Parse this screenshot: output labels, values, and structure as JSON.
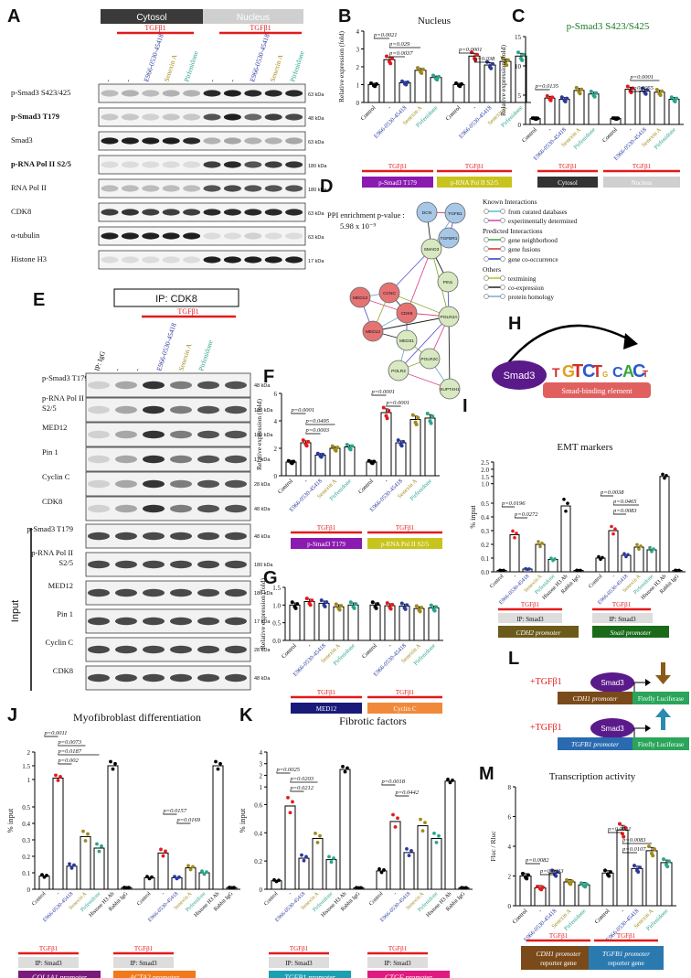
{
  "panels": {
    "A": {
      "letter": "A",
      "header_cytosol": "Cytosol",
      "header_nucleus": "Nucleus",
      "tgf": "TGFβ1",
      "lanes": [
        "-",
        "-",
        "E966-0530-45418",
        "Senexin A",
        "Pirfenidone",
        "-",
        "-",
        "E966-0530-45418",
        "Senexin A",
        "Pirfenidone"
      ],
      "blots": [
        {
          "label": "p-Smad3 S423/425",
          "kda": "63 kDa",
          "bold": false
        },
        {
          "label": "p-Smad3 T179",
          "kda": "48 kDa",
          "bold": true
        },
        {
          "label": "Smad3",
          "kda": "63 kDa",
          "bold": false
        },
        {
          "label": "p-RNA Pol II S2/5",
          "kda": "180 kDa",
          "bold": true
        },
        {
          "label": "RNA Pol II",
          "kda": "180 kDa",
          "bold": false
        },
        {
          "label": "CDK8",
          "kda": "63 kDa",
          "bold": false
        },
        {
          "label": "α-tubulin",
          "kda": "63 kDa",
          "bold": false
        },
        {
          "label": "Histone H3",
          "kda": "17 kDa",
          "bold": false
        }
      ]
    },
    "B": {
      "letter": "B",
      "title": "Nucleus",
      "ylabel": "Relative expression (fold)",
      "groups": [
        "p-Smad3 T179",
        "p-RNA Pol II S2/5"
      ],
      "pvals": [
        "p=0.0021",
        "p=0.029",
        "p=0.0037",
        "p=0.0001",
        "p=0.038"
      ]
    },
    "C": {
      "letter": "C",
      "title": "p-Smad3 S423/S425",
      "ylabel": "Relative expression (fold)",
      "groups": [
        "Cytosol",
        "Nucleus"
      ],
      "pvals": [
        "p=0.0135",
        "p=0.0001",
        "p=0.0055"
      ]
    },
    "D": {
      "letter": "D",
      "enrich1": "PPI enrichment p-value :",
      "enrich2": "5.98 x 10⁻⁹",
      "nodes": [
        "DCN",
        "TGFB1",
        "TGFBR1",
        "SMAD3",
        "MED13",
        "CCNC",
        "CDK8",
        "MED12",
        "PIN1",
        "POLR2A",
        "MED31",
        "POLR2C",
        "POLR2",
        "SUPT4H1"
      ],
      "legend": {
        "known": "Known Interactions",
        "curated": "from curated databases",
        "experimental": "experimentally determined",
        "predicted": "Predicted Interactions",
        "neighborhood": "gene neighborhood",
        "fusions": "gene fusions",
        "cooccurrence": "gene co-occurrence",
        "others": "Others",
        "textmining": "textmining",
        "coexpression": "co-expression",
        "homology": "protein homology"
      }
    },
    "E": {
      "letter": "E",
      "ip": "IP: CDK8",
      "tgf": "TGFβ1",
      "lanes": [
        "IP: IgG",
        "-",
        "-",
        "E966-0530-45418",
        "Senexin A",
        "Pirfenidone"
      ],
      "blots": [
        {
          "label": "p-Smad3 T179",
          "kda": "48 kDa"
        },
        {
          "label": "p-RNA Pol II S2/5",
          "kda": "180 kDa"
        },
        {
          "label": "MED12",
          "kda": "180 kDa"
        },
        {
          "label": "Pin 1",
          "kda": "17 kDa"
        },
        {
          "label": "Cyclin C",
          "kda": "28 kDa"
        },
        {
          "label": "CDK8",
          "kda": "48 kDa"
        }
      ],
      "input_label": "Input",
      "input_blots": [
        {
          "label": "p-Smad3 T179",
          "kda": "48 kDa"
        },
        {
          "label": "p-RNA Pol II S2/5",
          "kda": "180 kDa"
        },
        {
          "label": "MED12",
          "kda": "180 kDa"
        },
        {
          "label": "Pin 1",
          "kda": "17 kDa"
        },
        {
          "label": "Cyclin C",
          "kda": "28 kDa"
        },
        {
          "label": "CDK8",
          "kda": "48 kDa"
        }
      ]
    },
    "F": {
      "letter": "F",
      "ylabel": "Relative expression (fold)",
      "groups": [
        "p-Smad3 T179",
        "p-RNA Pol II S2/5"
      ],
      "pvals": [
        "p=0.0001",
        "p=0.0495",
        "p=0.0003",
        "p=0.0001",
        "p=0.0001"
      ]
    },
    "G": {
      "letter": "G",
      "ylabel": "Relative expression (fold)",
      "groups": [
        "MED12",
        "Cyclin C"
      ]
    },
    "H": {
      "letter": "H",
      "smad": "Smad3",
      "sbe": "Smad-binding element"
    },
    "I": {
      "letter": "I",
      "title": "EMT markers",
      "ylabel": "% input",
      "ip": "IP: Smad3",
      "promoters": [
        "CDH2 promoter",
        "Snail promoter"
      ],
      "pvals": [
        "p=0.0196",
        "p=0.0272",
        "p=0.0038",
        "p=0.0465",
        "p=0.0083"
      ]
    },
    "J": {
      "letter": "J",
      "title": "Myofibroblast differentiation",
      "ylabel": "% input",
      "ip": "IP: Smad3",
      "promoters": [
        "COL1A1 promoter",
        "ACTA2 promoter"
      ],
      "pvals": [
        "p=0.0011",
        "p=0.0073",
        "p=0.0187",
        "p=0.002",
        "p=0.0157",
        "p=0.0169"
      ]
    },
    "K": {
      "letter": "K",
      "title": "Fibrotic factors",
      "ylabel": "% input",
      "ip": "IP: Smad3",
      "promoters": [
        "TGFB1 promoter",
        "CTGF promoter"
      ],
      "pvals": [
        "p=0.0025",
        "p=0.0203",
        "p=0.0212",
        "p=0.0018",
        "p=0.0442"
      ]
    },
    "L": {
      "letter": "L",
      "tgf": "+TGFβ1",
      "smad": "Smad3",
      "p1": "CDH1 promoter",
      "p2": "TGFB1 promoter",
      "luc": "Firefly Luciferase"
    },
    "M": {
      "letter": "M",
      "title": "Transcription activity",
      "ylabel": "Fluc / Rluc",
      "groups": [
        "CDH1 promoter reporter gene",
        "TGFB1 promoter reporter gene"
      ],
      "pvals": [
        "p=0.0082",
        "p=0.0033",
        "p=0.0021",
        "p=0.0083",
        "p=0.0107"
      ]
    }
  },
  "x_labels_5": [
    "Control",
    "-",
    "E966-0530-45418",
    "Senexin A",
    "Pirfenidone"
  ],
  "x_labels_chip": [
    "Control",
    "-",
    "E966-0530-45418",
    "Senexin A",
    "Pirfenidone",
    "Histone H3 Ab",
    "Rabbit IgG"
  ],
  "tgf": "TGFβ1",
  "colors": {
    "red": "#e31a1c",
    "blue": "#2b3a9e",
    "olive": "#a08a1a",
    "green": "#2aa58a",
    "black": "#000000"
  },
  "chart_data": [
    {
      "type": "bar",
      "title": "Nucleus",
      "ylabel": "Relative expression (fold)",
      "ylim": [
        0,
        4
      ],
      "categories": [
        "Control",
        "-",
        "E966-0530-45418",
        "Senexin A",
        "Pirfenidone"
      ],
      "series": [
        {
          "name": "p-Smad3 T179",
          "values": [
            1.0,
            2.4,
            1.1,
            1.8,
            1.4
          ]
        },
        {
          "name": "p-RNA Pol II S2/5",
          "values": [
            1.0,
            2.6,
            2.1,
            2.3,
            2.6
          ]
        }
      ]
    },
    {
      "type": "bar",
      "title": "p-Smad3 S423/S425",
      "ylabel": "Relative expression (fold)",
      "ylim": [
        0,
        15
      ],
      "categories": [
        "Control",
        "-",
        "E966-0530-45418",
        "Senexin A",
        "Pirfenidone"
      ],
      "series": [
        {
          "name": "Cytosol",
          "values": [
            1.0,
            4.5,
            4.3,
            5.8,
            5.2
          ]
        },
        {
          "name": "Nucleus",
          "values": [
            1.0,
            6.0,
            5.7,
            5.5,
            4.3
          ]
        }
      ]
    },
    {
      "type": "bar",
      "ylabel": "Relative expression (fold)",
      "ylim": [
        0,
        6
      ],
      "categories": [
        "Control",
        "-",
        "E966-0530-45418",
        "Senexin A",
        "Pirfenidone"
      ],
      "series": [
        {
          "name": "p-Smad3 T179",
          "values": [
            1.0,
            2.4,
            1.5,
            2.0,
            2.1
          ]
        },
        {
          "name": "p-RNA Pol II S2/5",
          "values": [
            1.0,
            4.6,
            2.4,
            4.1,
            4.2
          ]
        }
      ]
    },
    {
      "type": "bar",
      "ylabel": "Relative expression (fold)",
      "ylim": [
        0,
        1.5
      ],
      "categories": [
        "Control",
        "-",
        "E966-0530-45418",
        "Senexin A",
        "Pirfenidone"
      ],
      "series": [
        {
          "name": "MED12",
          "values": [
            1.0,
            1.1,
            1.05,
            0.95,
            1.0
          ]
        },
        {
          "name": "Cyclin C",
          "values": [
            1.0,
            0.98,
            0.97,
            0.9,
            0.92
          ]
        }
      ]
    },
    {
      "type": "bar",
      "title": "EMT markers",
      "ylabel": "% input",
      "ylim": [
        0,
        2.5
      ],
      "categories": [
        "Control",
        "-",
        "E966-0530-45418",
        "Senexin A",
        "Pirfenidone",
        "Histone H3 Ab",
        "Rabbit IgG"
      ],
      "series": [
        {
          "name": "CDH2 promoter",
          "values": [
            0.01,
            0.27,
            0.02,
            0.2,
            0.09,
            0.48,
            0.01
          ]
        },
        {
          "name": "Snail promoter",
          "values": [
            0.1,
            0.3,
            0.12,
            0.18,
            0.16,
            1.5,
            0.01
          ]
        }
      ]
    },
    {
      "type": "bar",
      "title": "Myofibroblast differentiation",
      "ylabel": "% input",
      "ylim": [
        0,
        2.0
      ],
      "categories": [
        "Control",
        "-",
        "E966-0530-45418",
        "Senexin A",
        "Pirfenidone",
        "Histone H3 Ab",
        "Rabbit IgG"
      ],
      "series": [
        {
          "name": "COL1A1 promoter",
          "values": [
            0.08,
            1.05,
            0.14,
            0.32,
            0.25,
            1.5,
            0.01
          ]
        },
        {
          "name": "ACTA2 promoter",
          "values": [
            0.07,
            0.22,
            0.07,
            0.13,
            0.1,
            1.5,
            0.01
          ]
        }
      ]
    },
    {
      "type": "bar",
      "title": "Fibrotic factors",
      "ylabel": "% input",
      "ylim": [
        0,
        4
      ],
      "categories": [
        "Control",
        "-",
        "E966-0530-45418",
        "Senexin A",
        "Pirfenidone",
        "Histone H3 Ab",
        "Rabbit IgG"
      ],
      "series": [
        {
          "name": "TGFB1 promoter",
          "values": [
            0.06,
            0.59,
            0.22,
            0.36,
            0.21,
            2.5,
            0.01
          ]
        },
        {
          "name": "CTGF promoter",
          "values": [
            0.13,
            0.48,
            0.26,
            0.45,
            0.36,
            1.5,
            0.01
          ]
        }
      ]
    },
    {
      "type": "bar",
      "title": "Transcription activity",
      "ylabel": "Fluc / Rluc",
      "ylim": [
        0,
        8
      ],
      "categories": [
        "Control",
        "-",
        "E966-0530-45418",
        "Senexin A",
        "Pirfenidone"
      ],
      "series": [
        {
          "name": "CDH1 promoter reporter gene",
          "values": [
            2.0,
            1.2,
            2.2,
            1.6,
            1.4
          ]
        },
        {
          "name": "TGFB1 promoter reporter gene",
          "values": [
            2.2,
            5.1,
            2.5,
            3.7,
            2.9
          ]
        }
      ]
    }
  ]
}
